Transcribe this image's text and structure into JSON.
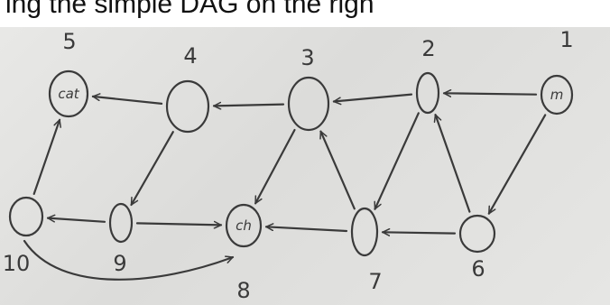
{
  "caption": "ing the simple DAG on the righ",
  "nodes": [
    {
      "id": "1",
      "label": "1",
      "inner": "m"
    },
    {
      "id": "2",
      "label": "2",
      "inner": ""
    },
    {
      "id": "3",
      "label": "3",
      "inner": ""
    },
    {
      "id": "4",
      "label": "4",
      "inner": ""
    },
    {
      "id": "5",
      "label": "5",
      "inner": "cat"
    },
    {
      "id": "6",
      "label": "6",
      "inner": ""
    },
    {
      "id": "7",
      "label": "7",
      "inner": ""
    },
    {
      "id": "8",
      "label": "8",
      "inner": "ch"
    },
    {
      "id": "9",
      "label": "9",
      "inner": ""
    },
    {
      "id": "10",
      "label": "10",
      "inner": ""
    }
  ],
  "edges": [
    {
      "from": "1",
      "to": "2"
    },
    {
      "from": "2",
      "to": "3"
    },
    {
      "from": "3",
      "to": "4"
    },
    {
      "from": "4",
      "to": "5"
    },
    {
      "from": "1",
      "to": "6"
    },
    {
      "from": "6",
      "to": "7"
    },
    {
      "from": "7",
      "to": "8"
    },
    {
      "from": "9",
      "to": "8"
    },
    {
      "from": "9",
      "to": "10"
    },
    {
      "from": "10",
      "to": "5"
    },
    {
      "from": "4",
      "to": "9"
    },
    {
      "from": "3",
      "to": "8"
    },
    {
      "from": "2",
      "to": "7"
    },
    {
      "from": "6",
      "to": "2"
    },
    {
      "from": "7",
      "to": "3"
    },
    {
      "from": "10",
      "to": "8"
    }
  ]
}
